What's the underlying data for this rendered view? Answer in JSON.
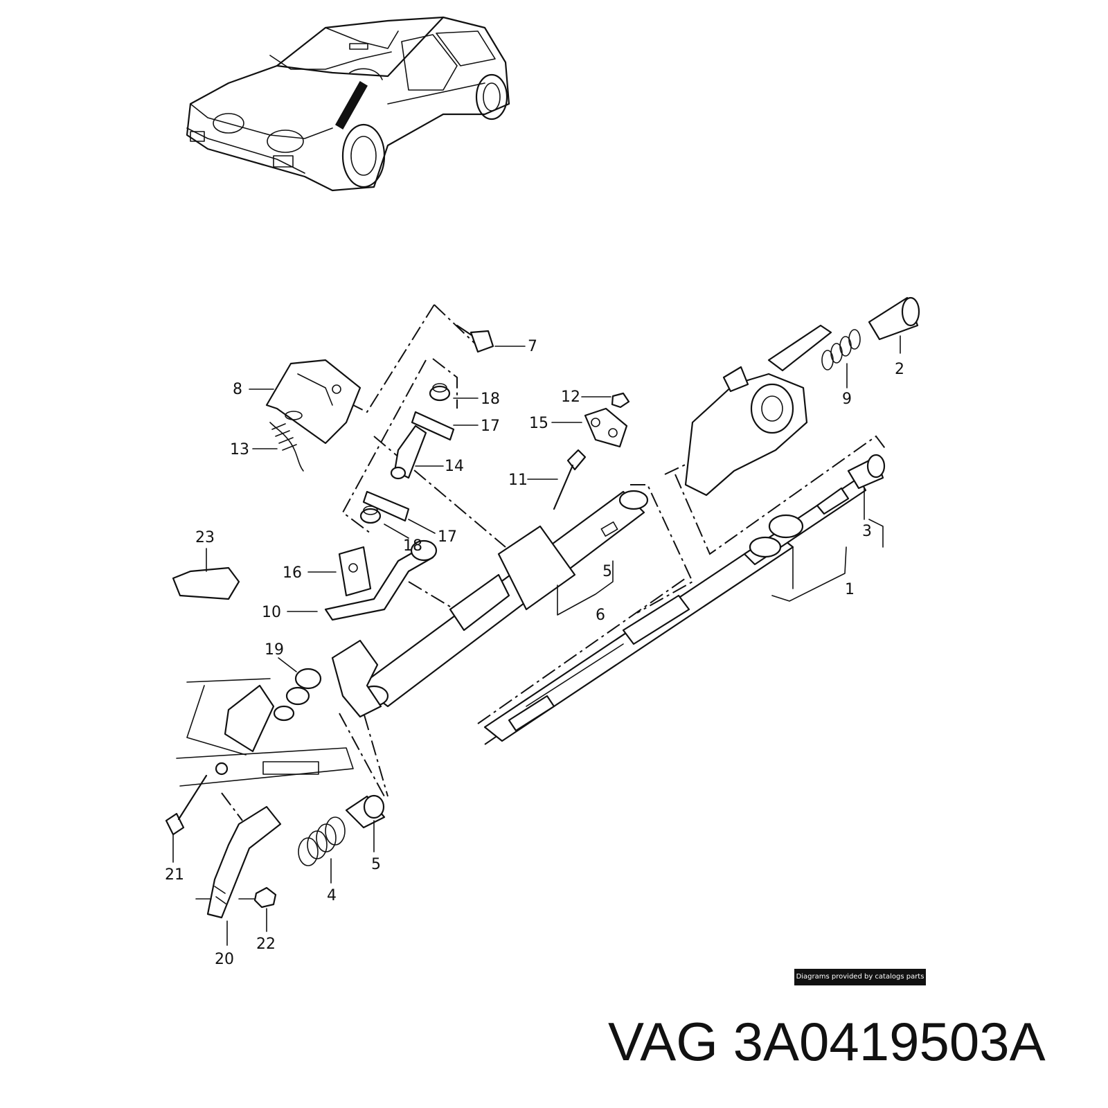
{
  "diagram": {
    "callouts": [
      "1",
      "2",
      "3",
      "4",
      "5",
      "5",
      "6",
      "7",
      "8",
      "9",
      "10",
      "11",
      "12",
      "13",
      "14",
      "15",
      "16",
      "17",
      "17",
      "18",
      "18",
      "19",
      "20",
      "21",
      "22",
      "23"
    ]
  },
  "credit_label": "Diagrams provided by catalogs parts",
  "part_id": "VAG 3A0419503A"
}
